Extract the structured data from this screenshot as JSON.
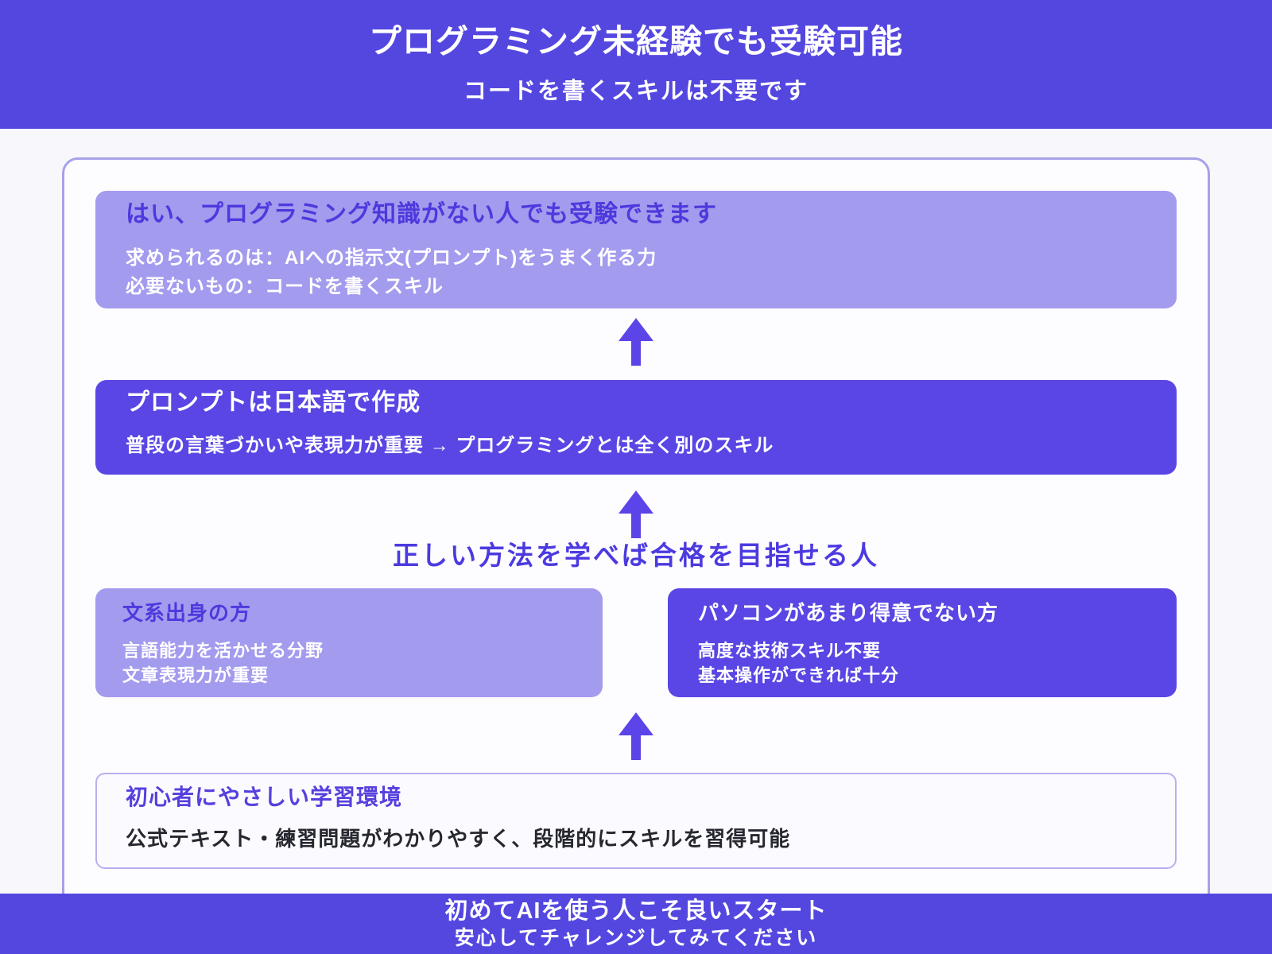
{
  "header": {
    "title": "プログラミング未経験でも受験可能",
    "subtitle": "コードを書くスキルは不要です"
  },
  "flow": {
    "answer_box": {
      "title": "はい、プログラミング知識がない人でも受験できます",
      "lines": [
        "求められるのは：AIへの指示文(プロンプト)をうまく作る力",
        "必要ないもの：コードを書くスキル"
      ]
    },
    "prompt_box": {
      "title": "プロンプトは日本語で作成",
      "lines": [
        "普段の言葉づかいや表現力が重要 → プログラミングとは全く別のスキル"
      ]
    },
    "target_heading": "正しい方法を学べば合格を目指せる人",
    "humanities_box": {
      "title": "文系出身の方",
      "lines": [
        "言語能力を活かせる分野",
        "文章表現力が重要"
      ]
    },
    "pc_box": {
      "title": "パソコンがあまり得意でない方",
      "lines": [
        "高度な技術スキル不要",
        "基本操作ができれば十分"
      ]
    },
    "beginner_box": {
      "title": "初心者にやさしい学習環境",
      "lines": [
        "公式テキスト・練習問題がわかりやすく、段階的にスキルを習得可能"
      ]
    }
  },
  "footer": {
    "line1": "初めてAIを使う人こそ良いスタート",
    "line2": "安心してチャレンジしてみてください"
  },
  "colors": {
    "header_bg": "#5447e0",
    "footer_bg": "#5447e0",
    "dark_box_bg": "#5946e4",
    "light_box_bg": "#a39bee",
    "arrow": "#5b45e8",
    "accent_title_on_light": "#4d39dd",
    "target_heading_text": "#4c3ae0",
    "beginner_title": "#5540de",
    "beginner_body_text": "#26272f",
    "page_bg": "#f7f7fc",
    "panel_bg": "#fdfdff",
    "panel_border": "#a8a2e8",
    "beginner_box_border": "#b6b0f0",
    "text_white": "#ffffff"
  }
}
